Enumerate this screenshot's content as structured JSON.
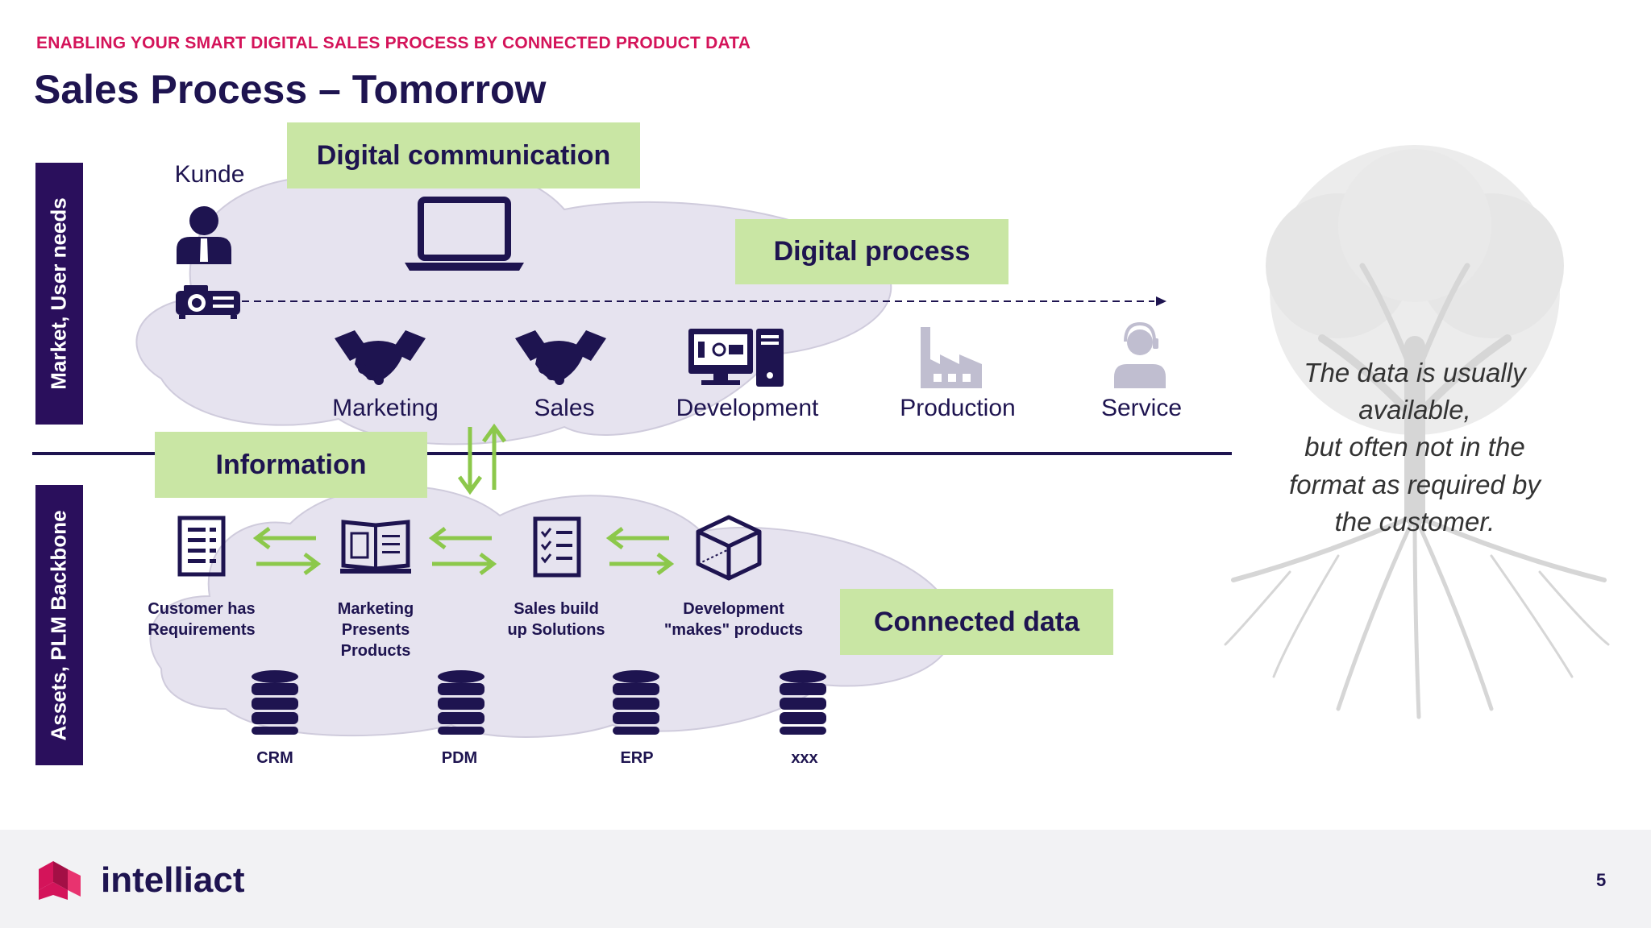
{
  "header": {
    "kicker": "ENABLING YOUR SMART DIGITAL SALES PROCESS BY CONNECTED PRODUCT DATA",
    "title": "Sales Process – Tomorrow"
  },
  "side_labels": {
    "top": "Market, User needs",
    "bottom": "Assets, PLM Backbone"
  },
  "boxes": {
    "digital_communication": "Digital communication",
    "digital_process": "Digital process",
    "information": "Information",
    "connected_data": "Connected data"
  },
  "customer_label": "Kunde",
  "stages": [
    "Marketing",
    "Sales",
    "Development",
    "Production",
    "Service"
  ],
  "activities": [
    "Customer has\nRequirements",
    "Marketing\nPresents\nProducts",
    "Sales build\nup Solutions",
    "Development\n\"makes\" products"
  ],
  "databases": [
    "CRM",
    "PDM",
    "ERP",
    "xxx"
  ],
  "quote": "The data is usually\navailable,\nbut often not in the\nformat as required by\nthe customer.",
  "footer": {
    "brand": "intelliact",
    "page": "5"
  },
  "colors": {
    "accent": "#d4145a",
    "navy": "#1e1450",
    "sidebar": "#2a0f5c",
    "green_box": "#c9e6a4",
    "arrow_green": "#8cc84b",
    "cloud": "#e6e3ef",
    "muted_icon": "#c0bed0"
  }
}
